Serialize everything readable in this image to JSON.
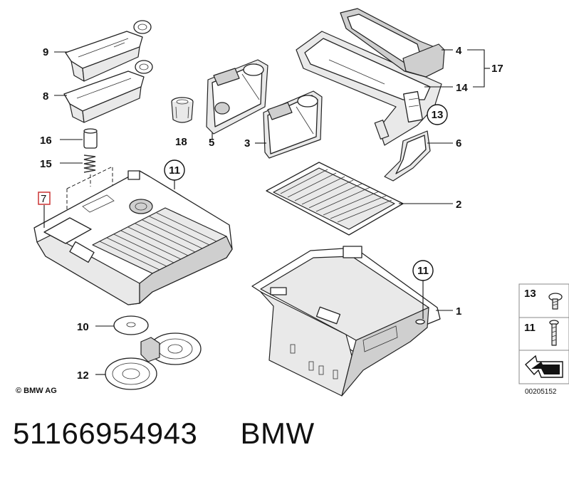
{
  "callouts": {
    "c9": "9",
    "c8": "8",
    "c16": "16",
    "c15": "15",
    "c7": "7",
    "c18": "18",
    "c5": "5",
    "c3": "3",
    "c4": "4",
    "c17": "17",
    "c14": "14",
    "c13": "13",
    "c6": "6",
    "c2": "2",
    "c11a": "11",
    "c11b": "11",
    "c1": "1",
    "c10": "10",
    "c12": "12"
  },
  "legend": {
    "item13": "13",
    "item11": "11",
    "ref_code": "00205152"
  },
  "copyright": "© BMW AG",
  "caption": {
    "part_number": "51166954943",
    "brand": "BMW"
  },
  "colors": {
    "highlight_box": "#cc3333",
    "line": "#111111"
  }
}
